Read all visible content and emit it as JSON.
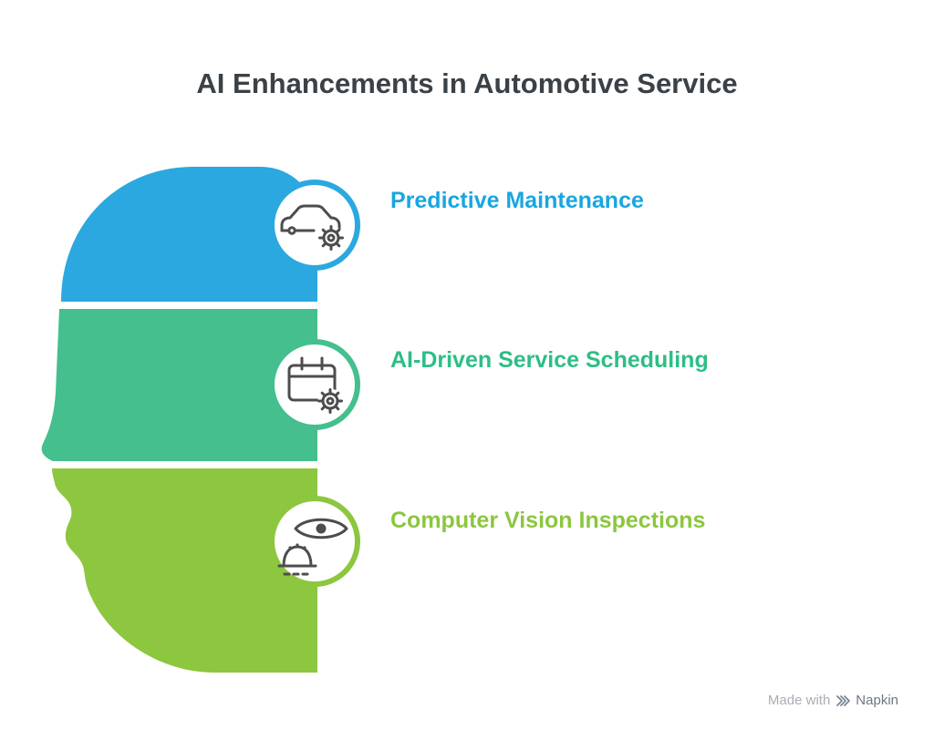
{
  "title": "AI Enhancements in Automotive Service",
  "items": [
    {
      "label": "Predictive Maintenance",
      "color": "#18a6e0",
      "band_color": "#2ba8df",
      "icon": "car-gear-icon"
    },
    {
      "label": "AI-Driven Service Scheduling",
      "color": "#2ebe85",
      "band_color": "#44bf8d",
      "icon": "calendar-gear-icon"
    },
    {
      "label": "Computer Vision Inspections",
      "color": "#8cc63f",
      "band_color": "#8dc63f",
      "icon": "eye-robot-icon"
    }
  ],
  "footer": {
    "made_with": "Made with",
    "brand": "Napkin"
  }
}
